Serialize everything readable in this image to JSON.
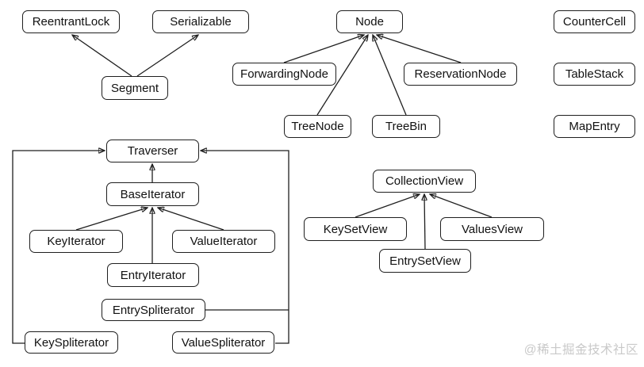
{
  "diagram": {
    "title_hint": "ConcurrentHashMap inner classes hierarchy",
    "line_color": "#1f1f1f",
    "box_border_color": "#1f1f1f",
    "box_background": "#ffffff",
    "text_color": "#111111",
    "nodes": {
      "reentrant_lock": "ReentrantLock",
      "serializable": "Serializable",
      "segment": "Segment",
      "node": "Node",
      "forwarding_node": "ForwardingNode",
      "reservation_node": "ReservationNode",
      "tree_node": "TreeNode",
      "tree_bin": "TreeBin",
      "counter_cell": "CounterCell",
      "table_stack": "TableStack",
      "map_entry": "MapEntry",
      "traverser": "Traverser",
      "base_iterator": "BaseIterator",
      "key_iterator": "KeyIterator",
      "value_iterator": "ValueIterator",
      "entry_iterator": "EntryIterator",
      "entry_spliterator": "EntrySpliterator",
      "key_spliterator": "KeySpliterator",
      "value_spliterator": "ValueSpliterator",
      "collection_view": "CollectionView",
      "key_set_view": "KeySetView",
      "values_view": "ValuesView",
      "entry_set_view": "EntrySetView"
    },
    "edges": [
      "Segment -> ReentrantLock",
      "Segment -> Serializable",
      "ForwardingNode -> Node",
      "TreeNode -> Node",
      "TreeBin -> Node",
      "ReservationNode -> Node",
      "BaseIterator -> Traverser",
      "KeyIterator -> BaseIterator",
      "EntryIterator -> BaseIterator",
      "ValueIterator -> BaseIterator",
      "KeySpliterator -> Traverser",
      "ValueSpliterator -> Traverser",
      "EntrySpliterator -> Traverser",
      "KeySetView -> CollectionView",
      "EntrySetView -> CollectionView",
      "ValuesView -> CollectionView"
    ]
  },
  "watermark": {
    "text": "@稀土掘金技术社区",
    "color": "#c9c9c9"
  }
}
